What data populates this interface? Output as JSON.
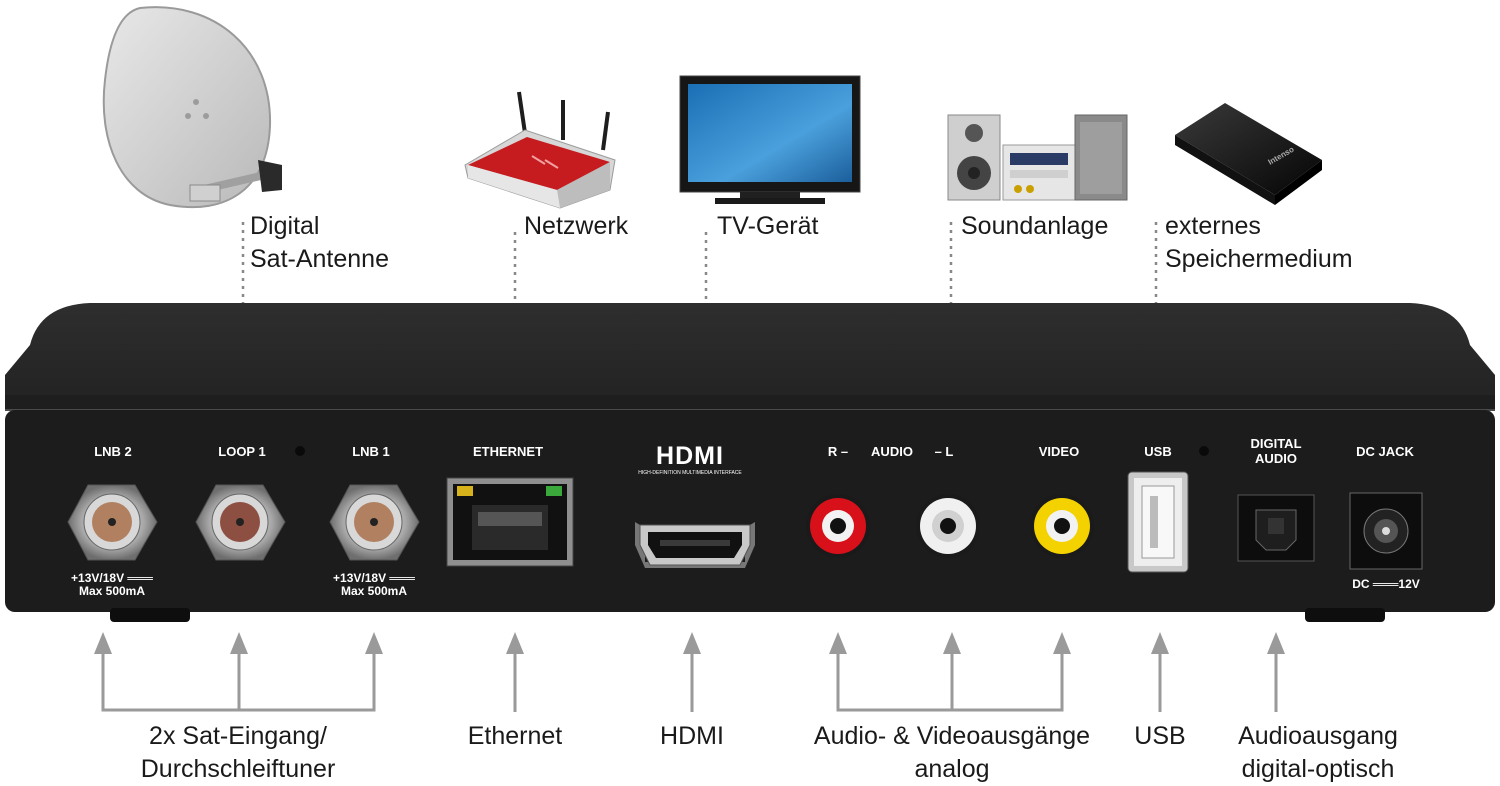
{
  "devices": {
    "sat": {
      "line1": "Digital",
      "line2": "Sat-Antenne"
    },
    "network": {
      "label": "Netzwerk"
    },
    "tv": {
      "label": "TV-Gerät"
    },
    "sound": {
      "label": "Soundanlage"
    },
    "storage": {
      "line1": "externes",
      "line2": "Speichermedium"
    }
  },
  "ports": {
    "lnb2": "LNB 2",
    "loop1": "LOOP 1",
    "lnb1": "LNB 1",
    "ethernet": "ETHERNET",
    "hdmi_logo": "HDMI",
    "hdmi_sub": "HIGH-DEFINITION MULTIMEDIA INTERFACE",
    "audio_r": "R –",
    "audio": "AUDIO",
    "audio_l": "– L",
    "video": "VIDEO",
    "usb": "USB",
    "digital_audio_1": "DIGITAL",
    "digital_audio_2": "AUDIO",
    "dc_jack": "DC JACK",
    "lnb_spec_1": "+13V/18V ═══",
    "lnb_spec_2": "Max 500mA",
    "dc_spec": "DC ═══12V",
    "storage_brand": "Intenso"
  },
  "bottom": {
    "sat_inputs": {
      "line1": "2x Sat-Eingang/",
      "line2": "Durchschleiftuner"
    },
    "ethernet": "Ethernet",
    "hdmi": "HDMI",
    "av": {
      "line1": "Audio- & Videoausgänge",
      "line2": "analog"
    },
    "usb": "USB",
    "optical": {
      "line1": "Audioausgang",
      "line2": "digital-optisch"
    }
  },
  "colors": {
    "box": "#1f1f1f",
    "box_top": "#2b2b2b",
    "connector_line": "#888888",
    "arrow": "#9a9a9a",
    "rca_red": "#d8101a",
    "rca_white": "#f2f2f2",
    "rca_yellow": "#f3d200"
  }
}
